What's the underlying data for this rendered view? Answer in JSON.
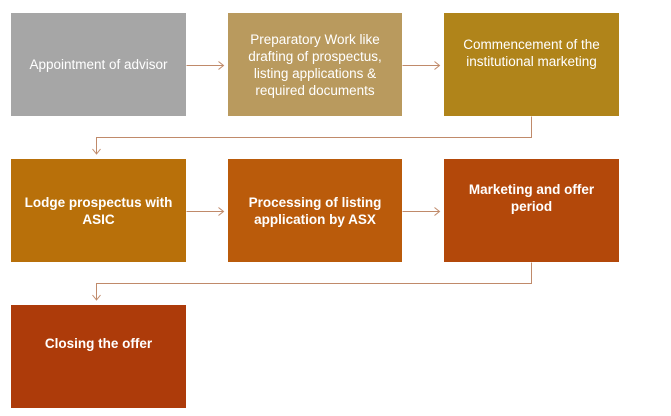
{
  "steps": [
    {
      "label": "Appointment of advisor",
      "color": "#a6a6a6"
    },
    {
      "label": "Preparatory Work like drafting of prospectus, listing applications & required documents",
      "color": "#b99a5e"
    },
    {
      "label": "Commencement of the institutional marketing",
      "color": "#b0841a"
    },
    {
      "label": "Lodge prospectus with ASIC",
      "color": "#b8700a"
    },
    {
      "label": "Processing of listing application by ASX",
      "color": "#ba5b0b"
    },
    {
      "label": "Marketing and offer period",
      "color": "#b3480a"
    },
    {
      "label": "Closing the offer",
      "color": "#ad3b0a"
    }
  ],
  "connector_color": "#c08a6a"
}
